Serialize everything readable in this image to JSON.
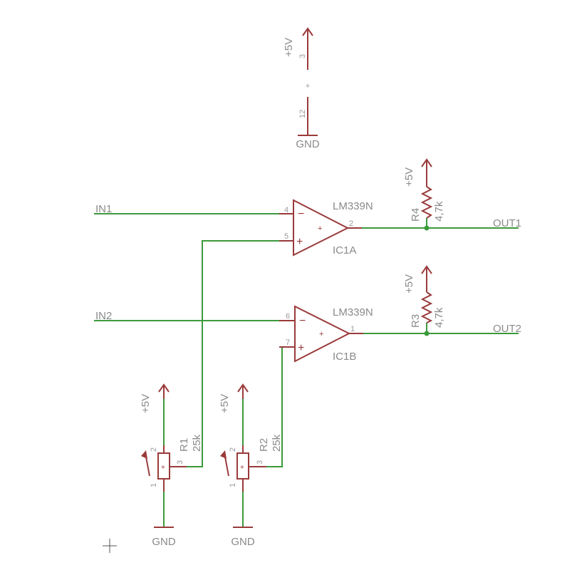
{
  "colors": {
    "wire": "#3c9a3c",
    "symbol": "#9a3a3a",
    "label": "#8a8a8a",
    "background": "#ffffff"
  },
  "power": {
    "top_supply": {
      "label": "+5V",
      "pin_top": "3",
      "pin_bottom": "12",
      "plus": "+",
      "ground": "GND"
    },
    "r4_supply": "+5V",
    "r3_supply": "+5V",
    "r1_supply": "+5V",
    "r2_supply": "+5V",
    "r1_ground": "GND",
    "r2_ground": "GND"
  },
  "nets": {
    "in1": "IN1",
    "in2": "IN2",
    "out1": "OUT1",
    "out2": "OUT2"
  },
  "ic1a": {
    "part": "LM339N",
    "name": "IC1A",
    "pin_inv": "4",
    "pin_noninv": "5",
    "pin_out": "2",
    "minus": "−",
    "plus": "+"
  },
  "ic1b": {
    "part": "LM339N",
    "name": "IC1B",
    "pin_inv": "6",
    "pin_noninv": "7",
    "pin_out": "1",
    "minus": "−",
    "plus": "+"
  },
  "r4": {
    "name": "R4",
    "value": "4,7k"
  },
  "r3": {
    "name": "R3",
    "value": "4,7k"
  },
  "r1": {
    "name": "R1",
    "value": "25k",
    "pin1": "1",
    "pin2": "2",
    "pin3": "3"
  },
  "r2": {
    "name": "R2",
    "value": "25k",
    "pin1": "1",
    "pin2": "2",
    "pin3": "3"
  }
}
